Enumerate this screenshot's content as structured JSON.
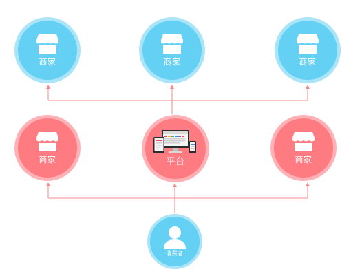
{
  "colors": {
    "blue": "#64d0f4",
    "blue_ring": "#a9e4f8",
    "red": "#ff7b82",
    "red_ring": "#ffb1b5",
    "connector": "#f58a8f"
  },
  "top_row": [
    {
      "label": "商家",
      "icon": "storefront-icon"
    },
    {
      "label": "商家",
      "icon": "storefront-icon"
    },
    {
      "label": "商家",
      "icon": "storefront-icon"
    }
  ],
  "middle_row": {
    "left": {
      "label": "商家",
      "icon": "storefront-icon"
    },
    "platform": {
      "label": "平台",
      "icon": "devices-icon"
    },
    "right": {
      "label": "商家",
      "icon": "storefront-icon"
    }
  },
  "consumer": {
    "label": "消费者",
    "icon": "user-icon"
  }
}
